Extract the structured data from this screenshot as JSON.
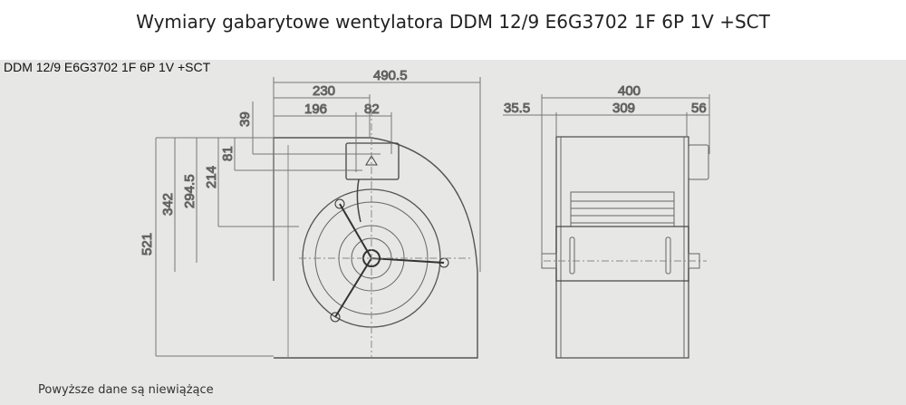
{
  "page_title": "Wymiary gabarytowe wentylatora DDM 12/9 E6G3702 1F 6P 1V +SCT",
  "drawing": {
    "model_label": "DDM 12/9 E6G3702 1F 6P 1V +SCT",
    "front_view_dims": {
      "overall_width": "490.5",
      "w230": "230",
      "w196": "196",
      "w82": "82",
      "h39": "39",
      "h81": "81",
      "h214": "214",
      "h294": "294.5",
      "h342": "342",
      "h521": "521"
    },
    "side_view_dims": {
      "overall": "400",
      "left": "35.5",
      "body": "309",
      "right": "56"
    }
  },
  "note": "Powyższe dane są niewiążące"
}
